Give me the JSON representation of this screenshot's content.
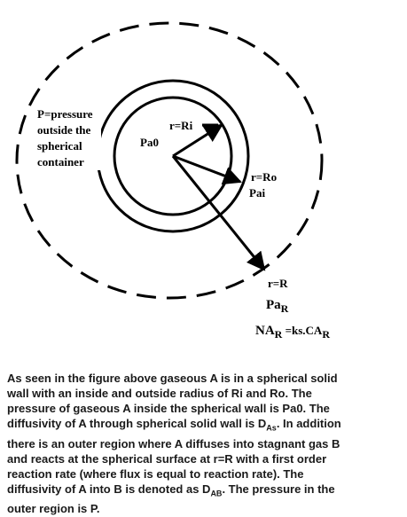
{
  "diagram": {
    "pressure_label_lines": [
      "P=pressure",
      "outside the",
      "spherical",
      "container"
    ],
    "inner_radius_label": "r=Ri",
    "inner_pressure_label": "Pa0",
    "outer_radius_label": "r=Ro",
    "outer_pressure_label": "Pai",
    "reaction_radius_label": "r=R",
    "reaction_pressure": {
      "base": "Pa",
      "sub": "R"
    },
    "flux_eq": {
      "base": "NA",
      "sub": "R",
      "mid": " =ks.CA",
      "sub2": "R"
    },
    "colors": {
      "stroke": "#000000",
      "text": "#1a1a1a"
    }
  },
  "description": {
    "lines": [
      {
        "parts": [
          {
            "t": "As seen in the figure above gaseous A is in a spherical solid"
          }
        ]
      },
      {
        "parts": [
          {
            "t": "wall  with an inside and outside radius of Ri and Ro. The"
          }
        ]
      },
      {
        "parts": [
          {
            "t": "pressure of gaseous A inside the spherical wall is Pa0. The"
          }
        ]
      },
      {
        "parts": [
          {
            "t": "diffusivity of A through spherical solid wall is D"
          },
          {
            "t": "As",
            "sub": true
          },
          {
            "t": ". In addition"
          }
        ]
      },
      {
        "parts": [
          {
            "t": "there is an outer region where A diffuses into stagnant gas B"
          }
        ]
      },
      {
        "parts": [
          {
            "t": "and reacts at the spherical surface at r=R with a first order"
          }
        ]
      },
      {
        "parts": [
          {
            "t": "reaction rate (where flux is equal to reaction rate). The"
          }
        ]
      },
      {
        "parts": [
          {
            "t": "diffusivity of A into B is denoted as D"
          },
          {
            "t": "AB",
            "sub": true
          },
          {
            "t": ". The pressure in the"
          }
        ]
      },
      {
        "parts": [
          {
            "t": "outer region is P."
          }
        ]
      }
    ]
  }
}
